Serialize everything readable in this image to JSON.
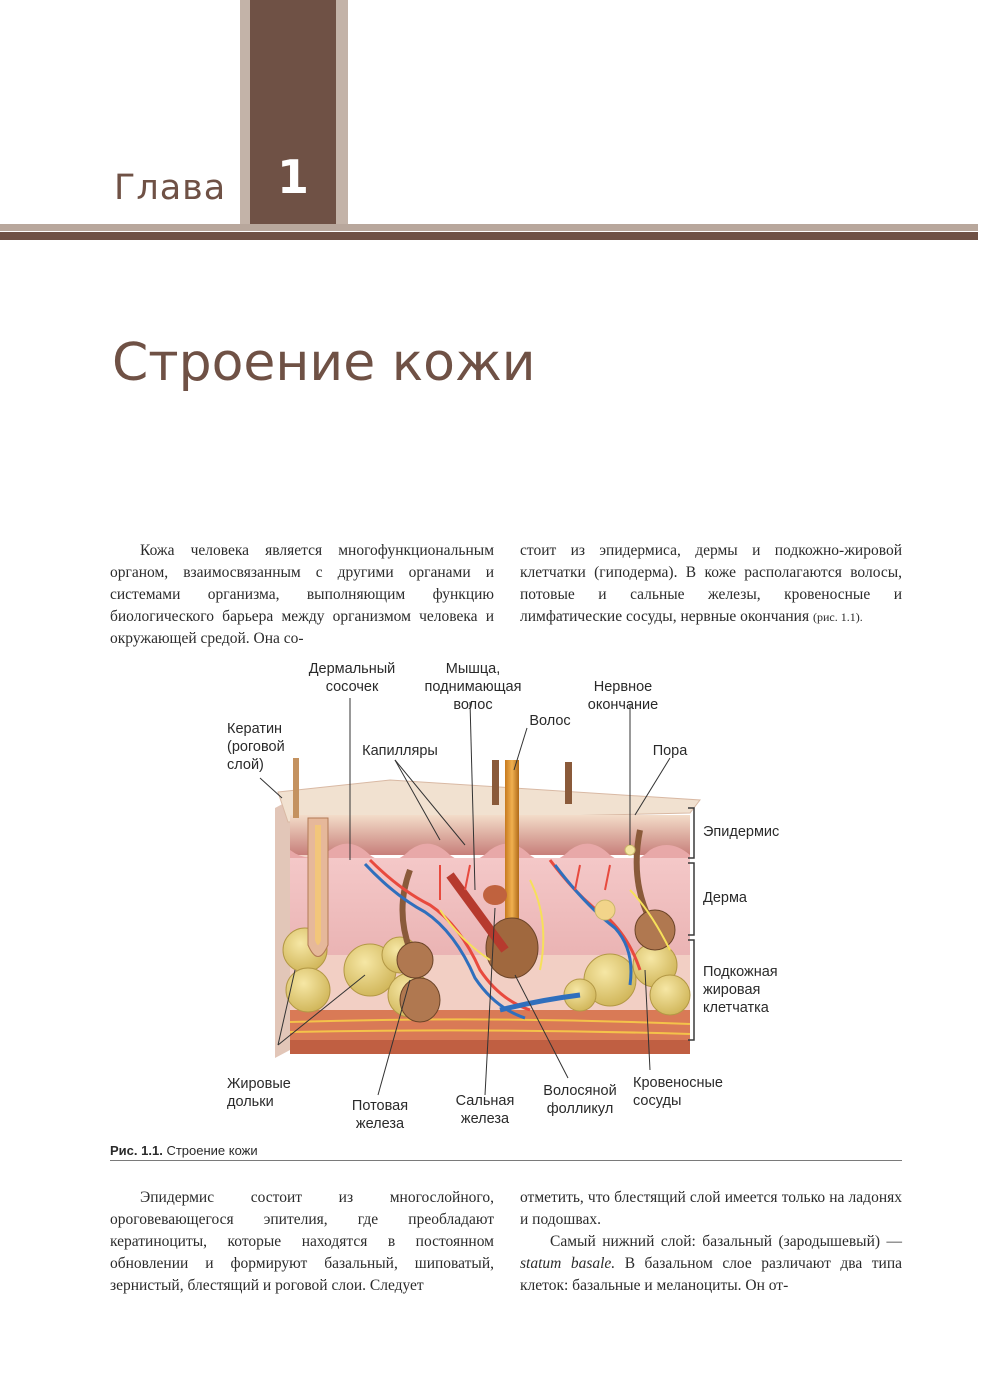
{
  "chapter": {
    "word": "Глава",
    "number": "1",
    "title": "Строение кожи"
  },
  "intro": {
    "left": "Кожа человека является многофункциональным органом, взаимосвязанным с другими органами и системами организма, выполняющим функцию биологического барьера между организмом человека и окружающей средой. Она со-",
    "right_main": "стоит из эпидермиса, дермы и подкожно-жировой клетчатки (гиподерма). В коже располагаются волосы, потовые и сальные железы, кровеносные и лимфатические сосуды, нервные окончания",
    "right_ref": "(рис. 1.1)."
  },
  "figure": {
    "labels": {
      "keratin": "Кератин (роговой слой)",
      "papilla": "Дермальный сосочек",
      "capillaries": "Капилляры",
      "muscle": "Мышца, поднимающая волос",
      "hair": "Волос",
      "nerve": "Нервное окончание",
      "pore": "Пора",
      "epidermis": "Эпидермис",
      "dermis": "Дерма",
      "subcutis": "Подкожная жировая клетчатка",
      "fat_lobes": "Жировые дольки",
      "sweat_gland": "Потовая железа",
      "sebaceous": "Сальная железа",
      "follicle": "Волосяной фолликул",
      "vessels": "Кровеносные сосуды"
    },
    "caption_num": "Рис. 1.1.",
    "caption_text": "Строение кожи"
  },
  "body": {
    "left": "Эпидермис состоит из многослойного, ороговевающегося эпителия, где преобладают кератиноциты, которые находятся в постоянном обновлении и формируют базальный, шиповатый, зернистый, блестящий и роговой слои. Следует",
    "right_p1": "отметить, что блестящий слой имеется только на ладонях и подошвах.",
    "right_p2_a": "Самый нижний слой: базальный (зародышевый) —",
    "right_p2_italic": "statum basale.",
    "right_p2_b": "В базальном слое различают два типа клеток: базальные и меланоциты. Он от-"
  }
}
